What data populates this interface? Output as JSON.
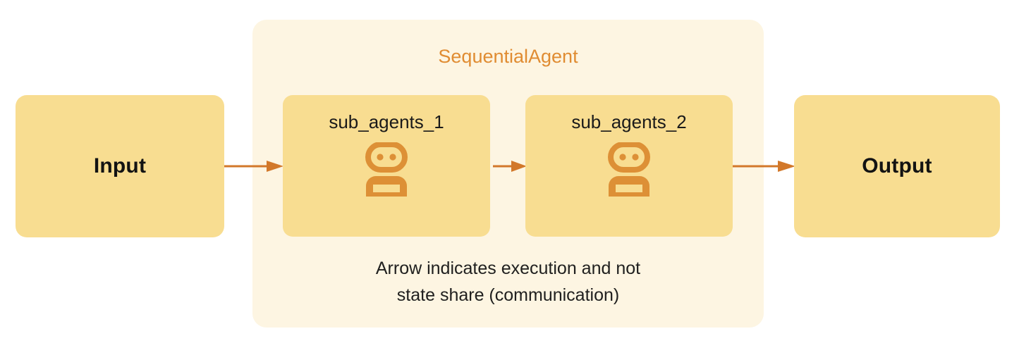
{
  "diagram": {
    "title": "SequentialAgent",
    "input": {
      "label": "Input"
    },
    "output": {
      "label": "Output"
    },
    "agents": [
      {
        "label": "sub_agents_1",
        "icon": "robot-icon"
      },
      {
        "label": "sub_agents_2",
        "icon": "robot-icon"
      }
    ],
    "arrows": [
      {
        "name": "arrow-input-to-agent1",
        "icon": "arrow-right-icon"
      },
      {
        "name": "arrow-agent1-to-agent2",
        "icon": "arrow-right-icon"
      },
      {
        "name": "arrow-agent2-to-output",
        "icon": "arrow-right-icon"
      }
    ],
    "caption_line_1": "Arrow indicates execution and not",
    "caption_line_2": "state share (communication)"
  },
  "colors": {
    "page_background": "#ffffff",
    "container_fill": "#fdf5e2",
    "box_fill": "#f8dd91",
    "accent_orange": "#e08c32",
    "arrow_orange": "#d2782a",
    "text_dark": "#131313"
  }
}
